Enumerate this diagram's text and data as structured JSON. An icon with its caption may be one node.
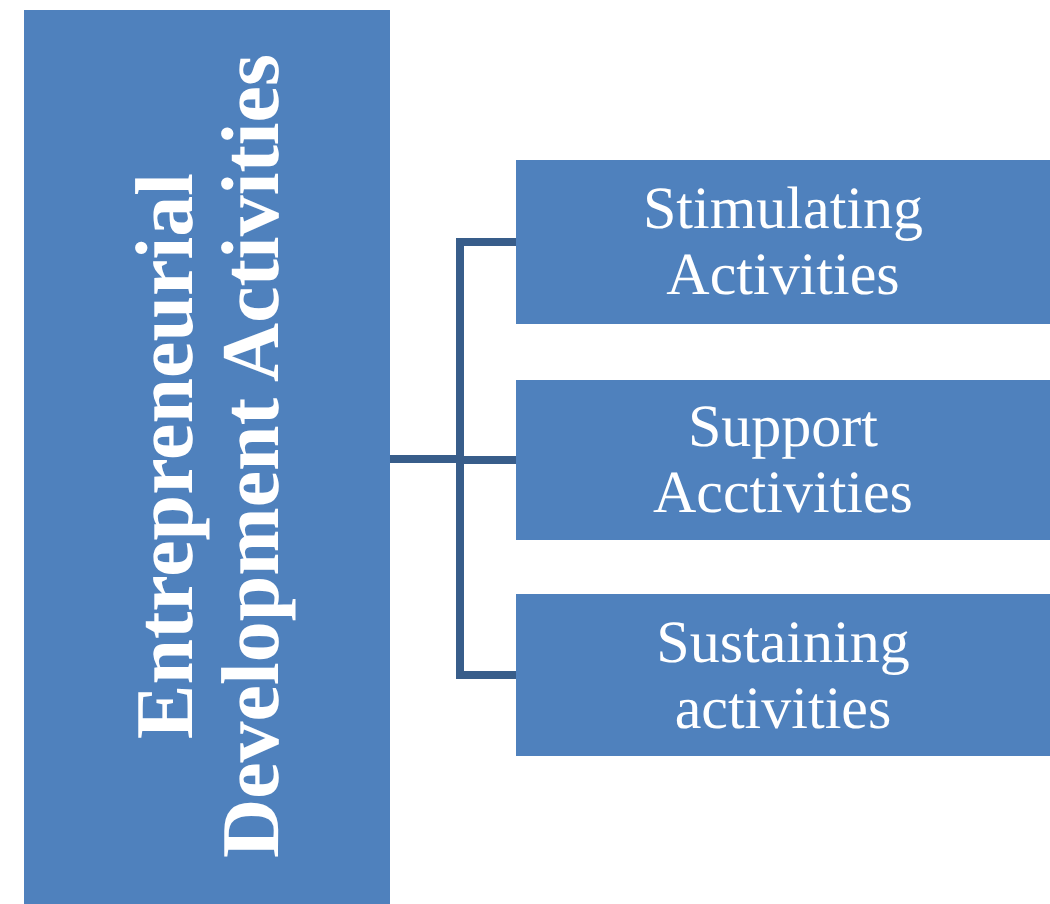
{
  "diagram": {
    "nodes": [
      {
        "text": [
          "Entrepreneurial Development Activities"
        ]
      },
      {
        "text": [
          "Stimulating Activities"
        ]
      },
      {
        "text": [
          "Support Acctivities"
        ]
      },
      {
        "text": [
          "Sustaining activities"
        ]
      }
    ],
    "edges": [
      {
        "from": 0,
        "to": 1,
        "arrow": "none"
      },
      {
        "from": 0,
        "to": 2,
        "arrow": "none"
      },
      {
        "from": 0,
        "to": 3,
        "arrow": "none"
      }
    ]
  }
}
